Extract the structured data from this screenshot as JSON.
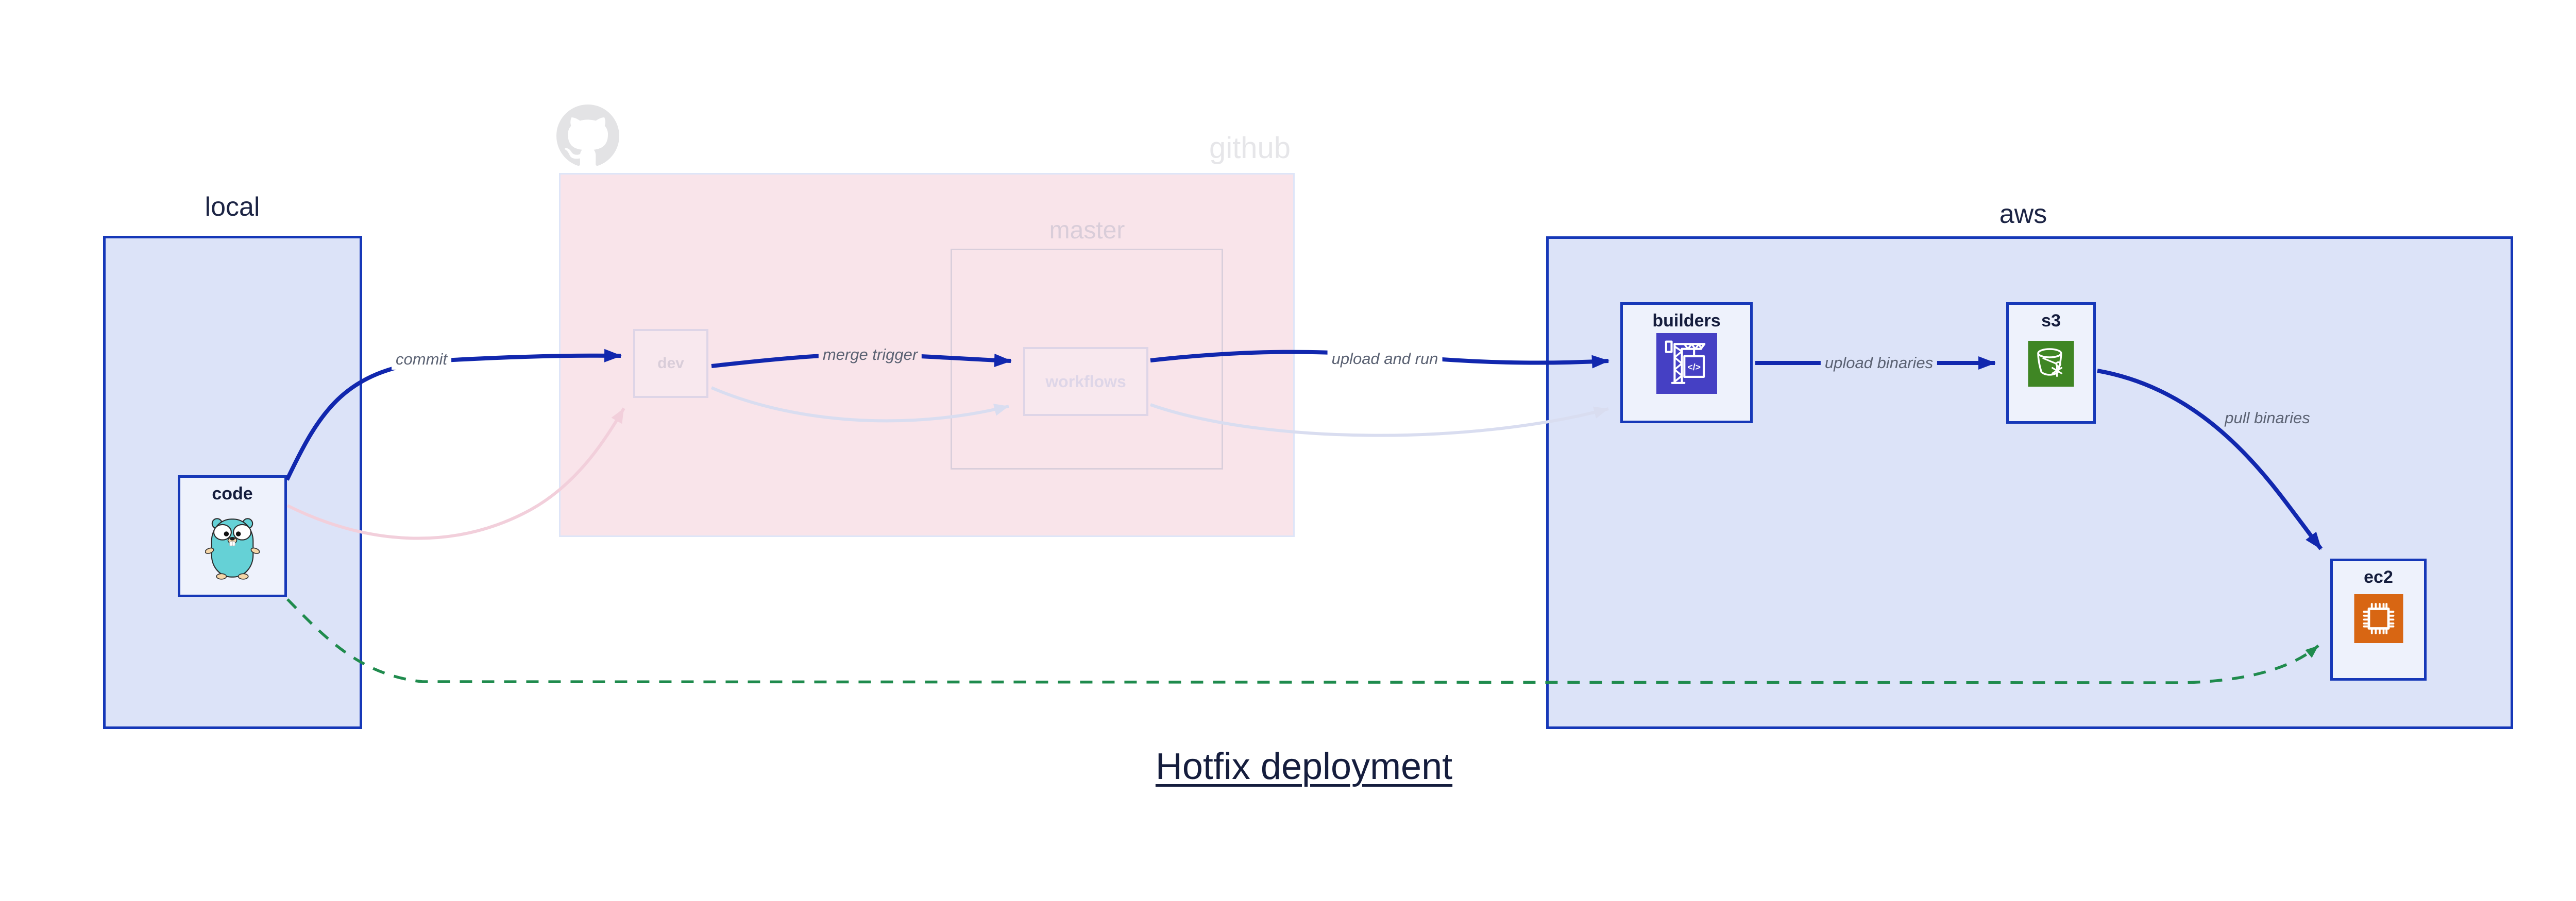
{
  "diagram_title": "Hotfix deployment",
  "groups": {
    "local": {
      "label": "local"
    },
    "github": {
      "label": "github",
      "icon": "github-octocat-icon",
      "branch_master": {
        "label": "master"
      }
    },
    "aws": {
      "label": "aws"
    }
  },
  "nodes": {
    "code": {
      "label": "code",
      "icon": "go-gopher-icon",
      "group": "local",
      "faded": false
    },
    "dev": {
      "label": "dev",
      "icon": "",
      "group": "github",
      "faded": true
    },
    "workflows": {
      "label": "workflows",
      "icon": "",
      "group": "github.master",
      "faded": true
    },
    "builders": {
      "label": "builders",
      "icon": "aws-codebuild-crane-icon",
      "group": "aws",
      "faded": false
    },
    "s3": {
      "label": "s3",
      "icon": "aws-s3-bucket-icon",
      "group": "aws",
      "faded": false
    },
    "ec2": {
      "label": "ec2",
      "icon": "aws-ec2-chip-icon",
      "group": "aws",
      "faded": false
    }
  },
  "edges": [
    {
      "id": "commit",
      "label": "commit",
      "from": "code",
      "to": "dev",
      "style": "solid-blue"
    },
    {
      "id": "merge-trigger",
      "label": "merge trigger",
      "from": "dev",
      "to": "workflows",
      "style": "solid-blue"
    },
    {
      "id": "upload-and-run",
      "label": "upload and run",
      "from": "workflows",
      "to": "builders",
      "style": "solid-blue"
    },
    {
      "id": "upload-binaries",
      "label": "upload binaries",
      "from": "builders",
      "to": "s3",
      "style": "solid-blue"
    },
    {
      "id": "pull-binaries",
      "label": "pull binaries",
      "from": "s3",
      "to": "ec2",
      "style": "solid-blue"
    },
    {
      "id": "hotfix-path",
      "label": "",
      "from": "code",
      "to": "ec2",
      "style": "dashed-green"
    },
    {
      "id": "faded-code-dev",
      "label": "",
      "from": "code",
      "to": "dev",
      "style": "faded-pink"
    },
    {
      "id": "faded-dev-workflows",
      "label": "",
      "from": "dev",
      "to": "workflows",
      "style": "faded-lavender"
    },
    {
      "id": "faded-workflows-builders",
      "label": "",
      "from": "workflows",
      "to": "builders",
      "style": "faded-lavender"
    }
  ],
  "colors": {
    "blue-border": "#1638b8",
    "blue-arrow": "#1127ae",
    "box-fill": "#dce3f8",
    "node-fill": "#eef2fc",
    "pink-fill": "#f9e4ea",
    "pink-box-border": "#dee5f8",
    "master-border": "#d9cedb",
    "dev-border": "#ded5e7",
    "dev-fill": "#f8e8ee",
    "faded-label": "#d9cdd9",
    "workflows-label": "#ded6e8",
    "navy-text": "#151d3d",
    "group-label": "#1c2444",
    "github-label": "#e6e6e9",
    "edge-label": "#5b6273",
    "green-arrow": "#1f8b4d",
    "pink-arrow": "#f2cfdb",
    "lavender-arrow": "#d9ddf0",
    "codebuild-indigo": "#4540c4",
    "s3-green": "#3f8624",
    "ec2-orange": "#d86613",
    "octocat-gray": "#e3e3e5",
    "gopher-teal": "#65d1d6",
    "gopher-beige": "#f6d7a8"
  }
}
